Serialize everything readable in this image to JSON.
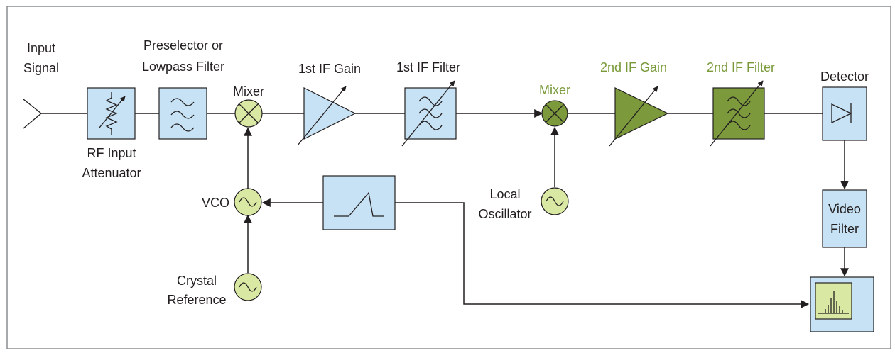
{
  "labels": {
    "input_signal_line1": "Input",
    "input_signal_line2": "Signal",
    "preselector_line1": "Preselector or",
    "preselector_line2": "Lowpass Filter",
    "mixer1": "Mixer",
    "if1_gain": "1st IF Gain",
    "if1_filter": "1st IF Filter",
    "mixer2": "Mixer",
    "if2_gain": "2nd IF Gain",
    "if2_filter": "2nd IF Filter",
    "detector": "Detector",
    "rf_attenuator_line1": "RF Input",
    "rf_attenuator_line2": "Attenuator",
    "vco": "VCO",
    "local_osc_line1": "Local",
    "local_osc_line2": "Oscillator",
    "video_filter_line1": "Video",
    "video_filter_line2": "Filter",
    "crystal_line1": "Crystal",
    "crystal_line2": "Reference"
  },
  "colors": {
    "border": "#8a8d90",
    "blue_fill": "#c7e2f4",
    "dark_green_fill": "#7c9a3c",
    "light_green_fill": "#d9e9a4",
    "green_text": "#7a9a3a",
    "line": "#231f20"
  },
  "icons": {
    "input": "antenna-icon",
    "attenuator": "variable-attenuator-icon",
    "preselector": "lowpass-filter-icon",
    "mixer": "mixer-icon",
    "gain": "variable-amplifier-icon",
    "filter": "variable-bandpass-filter-icon",
    "oscillator": "sine-oscillator-icon",
    "ramp": "sweep-ramp-generator-icon",
    "detector": "diode-detector-icon",
    "display": "spectrum-display-icon"
  }
}
